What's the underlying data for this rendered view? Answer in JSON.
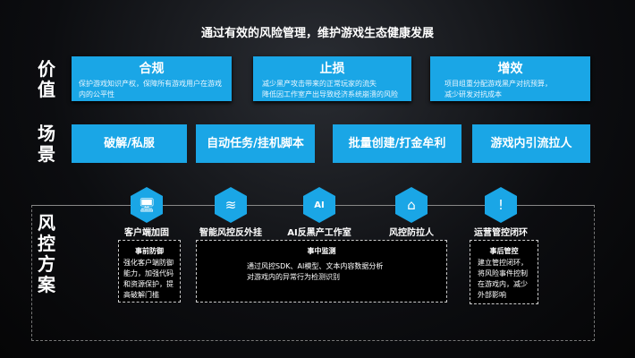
{
  "title": "通过有效的风险管理，维护游戏生态健康发展",
  "rows": {
    "value": "价值",
    "scene": "场景",
    "plan": "风控方案"
  },
  "values": [
    {
      "heading": "合规",
      "desc": "保护游戏知识产权，保障所有游戏用户在游戏内的公平性"
    },
    {
      "heading": "止损",
      "desc": "减少黑产攻击带来的正常玩家的流失\n降低因工作室产出导致经济系统崩溃的风险"
    },
    {
      "heading": "增效",
      "desc": "项目组重分配游戏黑产对抗预算，\n减少研发对抗成本"
    }
  ],
  "scenes": [
    "破解/私服",
    "自动任务/挂机脚本",
    "批量创建/打金牟利",
    "游戏内引流拉人"
  ],
  "solutions": [
    {
      "label": "客户端加固",
      "icon": "monitor-icon"
    },
    {
      "label": "智能风控反外挂",
      "icon": "layers-icon"
    },
    {
      "label": "AI反黑产工作室",
      "icon": "ai-head-icon"
    },
    {
      "label": "风控防拉人",
      "icon": "store-icon"
    },
    {
      "label": "运营管控闭环",
      "icon": "alert-loop-icon"
    }
  ],
  "phases": [
    {
      "heading": "事前防御",
      "desc": "强化客户端防御能力，加强代码和资源保护，提高破解门槛"
    },
    {
      "heading": "事中监测",
      "desc": "通过风控SDK、AI模型、文本内容数据分析\n对游戏内的异常行为检测识别"
    },
    {
      "heading": "事后管控",
      "desc": "建立管控闭环，将风险事件控制在游戏内，减少外部影响"
    }
  ],
  "colors": {
    "accent": "#1aa6e6"
  }
}
